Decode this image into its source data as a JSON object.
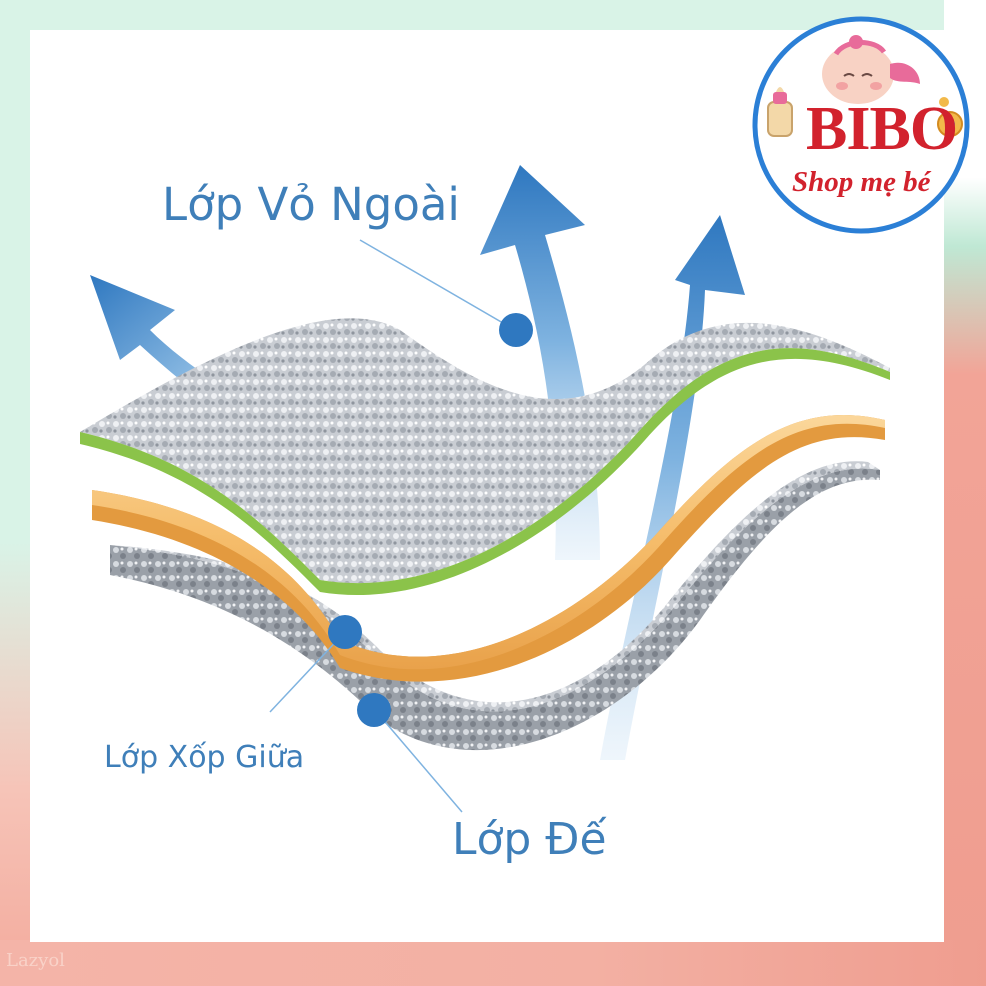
{
  "labels": {
    "outer": "Lớp Vỏ Ngoài",
    "middle": "Lớp Xốp Giữa",
    "base": "Lớp Đế"
  },
  "logo": {
    "title": "BIBO",
    "subtitle": "Shop mẹ bé"
  },
  "watermark": "Lazyol",
  "colors": {
    "label_blue": "#3f7fb9",
    "arrow_blue": "#2f78c0",
    "foam_orange": "#f3b25a",
    "edge_green": "#8bc34a",
    "logo_red": "#d2222d",
    "logo_ring": "#2b7fd6"
  },
  "icons": [
    "arrow-up-left-icon",
    "arrow-up-icon",
    "arrow-up-right-icon",
    "baby-face-icon",
    "baby-bottle-icon",
    "pacifier-icon"
  ]
}
